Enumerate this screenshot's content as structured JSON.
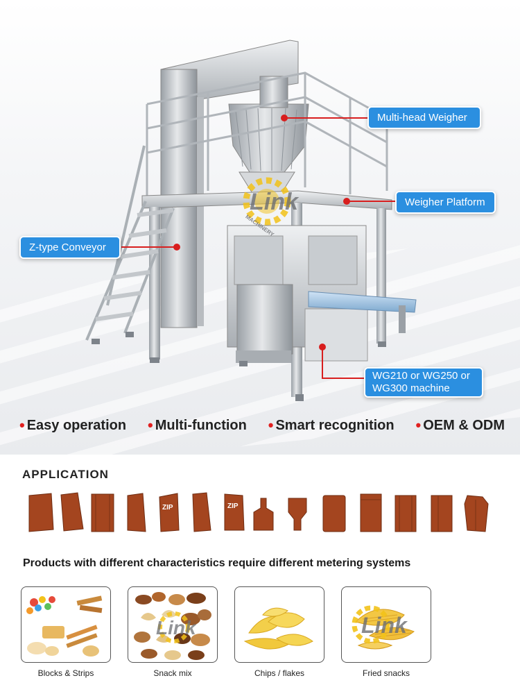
{
  "watermark": {
    "brand": "Link",
    "sub": "MACHINERY"
  },
  "callouts": {
    "multihead": "Multi-head Weigher",
    "platform": "Weigher Platform",
    "conveyor": "Z-type Conveyor",
    "model_line1": "WG210 or WG250 or",
    "model_line2": "WG300 machine"
  },
  "features": [
    "Easy operation",
    "Multi-function",
    "Smart recognition",
    "OEM & ODM"
  ],
  "application": {
    "title": "APPLICATION",
    "bag_text": "ZIP",
    "bag_color": "#a4451f"
  },
  "metering": {
    "subtitle": "Products with different characteristics require different metering systems",
    "products": [
      "Blocks & Strips",
      "Snack mix",
      "Chips / flakes",
      "Fried snacks"
    ]
  },
  "colors": {
    "accent": "#2b8fe0",
    "bullet": "#e02020",
    "leader": "#d81e1e",
    "bag": "#a4451f"
  }
}
